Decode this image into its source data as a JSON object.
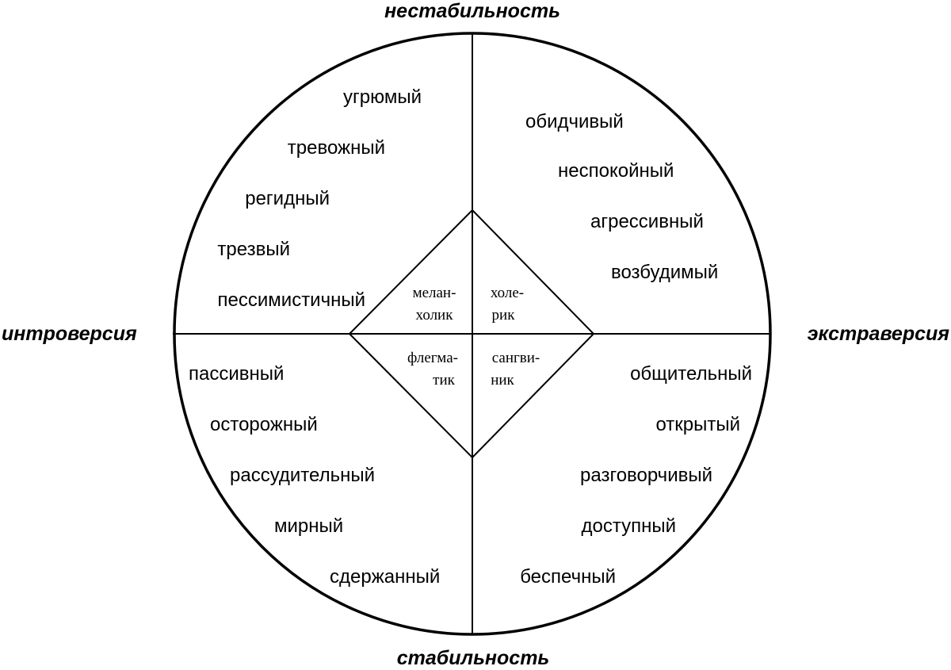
{
  "axes": {
    "top": "нестабильность",
    "bottom": "стабильность",
    "left": "интроверсия",
    "right": "экстраверсия"
  },
  "quadrants": {
    "top_left": [
      "угрюмый",
      "тревожный",
      "регидный",
      "трезвый",
      "пессимистичный"
    ],
    "top_right": [
      "обидчивый",
      "неспокойный",
      "агрессивный",
      "возбудимый"
    ],
    "bottom_left": [
      "пассивный",
      "осторожный",
      "рассудительный",
      "мирный",
      "сдержанный"
    ],
    "bottom_right": [
      "общительный",
      "открытый",
      "разговорчивый",
      "доступный",
      "беспечный"
    ]
  },
  "temperaments": {
    "melancholic": [
      "мелан-",
      "холик"
    ],
    "choleric": [
      "холе-",
      "рик"
    ],
    "phlegmatic": [
      "флегма-",
      "тик"
    ],
    "sanguine": [
      "сангви-",
      "ник"
    ]
  }
}
